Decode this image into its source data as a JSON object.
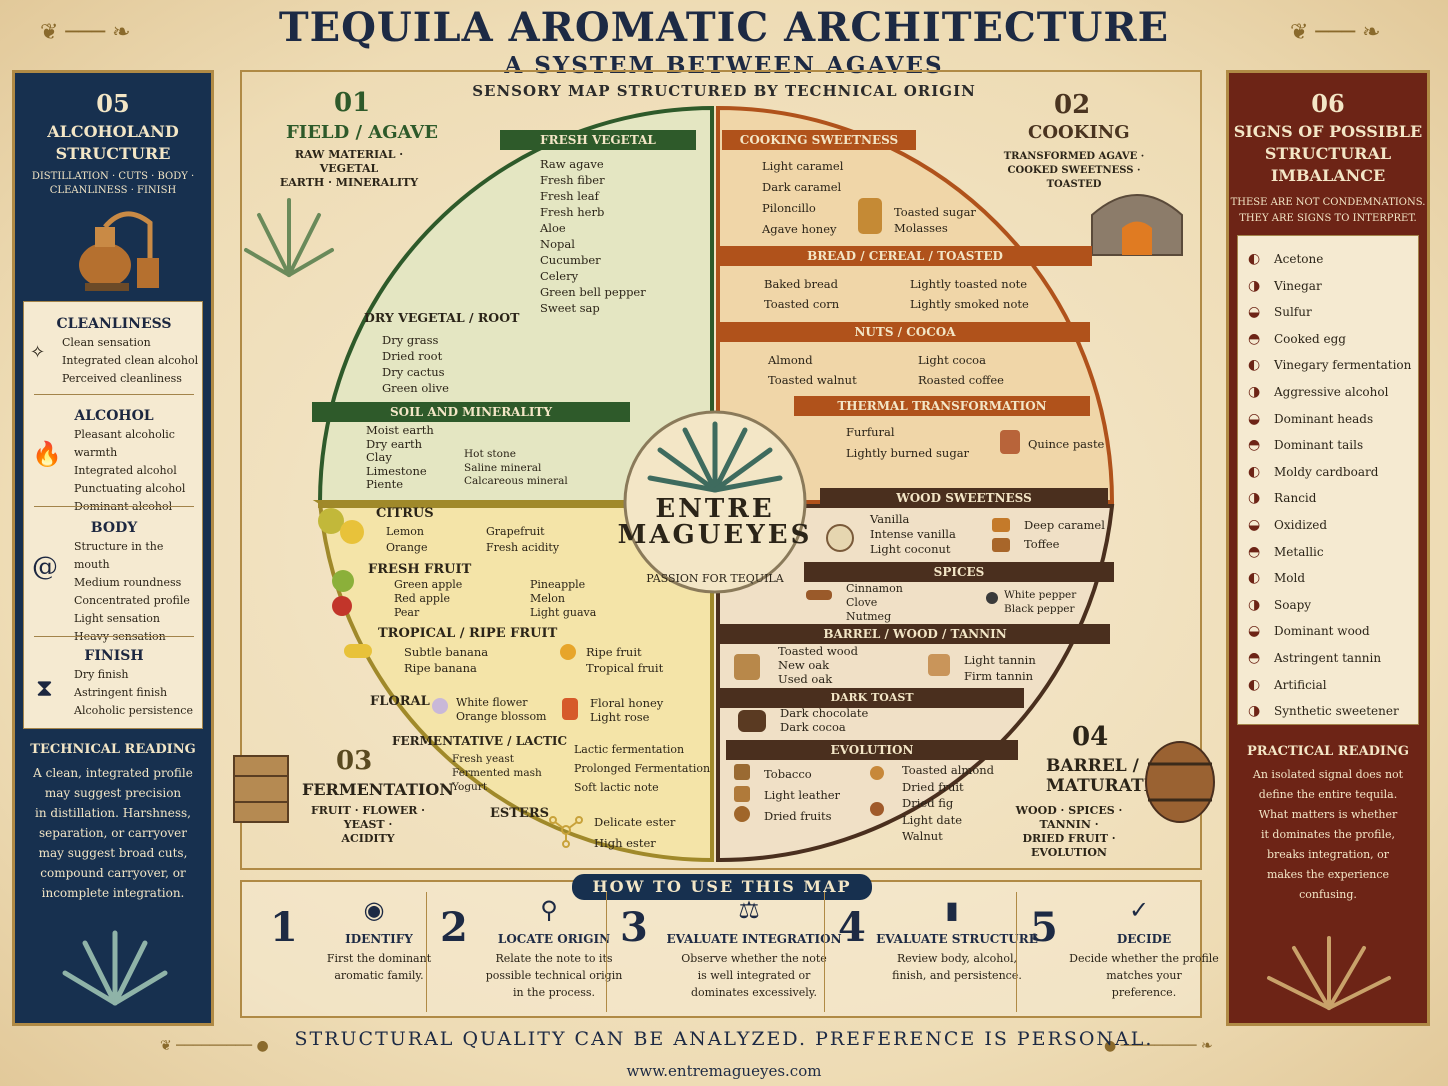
{
  "header": {
    "title": "TEQUILA AROMATIC ARCHITECTURE",
    "subtitle": "A SYSTEM BETWEEN AGAVES",
    "tagline": "SENSORY MAP STRUCTURED BY TECHNICAL ORIGIN"
  },
  "left_panel": {
    "number": "05",
    "heading_1": "ALCOHOLAND",
    "heading_2": "STRUCTURE",
    "sub_1": "DISTILLATION · CUTS · BODY ·",
    "sub_2": "CLEANLINESS · FINISH",
    "sections": [
      {
        "title": "CLEANLINESS",
        "items": [
          "Clean sensation",
          "Integrated clean alcohol",
          "Perceived cleanliness"
        ]
      },
      {
        "title": "ALCOHOL",
        "items": [
          "Pleasant alcoholic warmth",
          "Integrated alcohol",
          "Punctuating alcohol",
          "Dominant alcohol"
        ]
      },
      {
        "title": "BODY",
        "items": [
          "Structure in the mouth",
          "Medium roundness",
          "Concentrated profile",
          "Light sensation",
          "Heavy sensation"
        ]
      },
      {
        "title": "FINISH",
        "items": [
          "Dry finish",
          "Astringent finish",
          "Alcoholic persistence"
        ]
      }
    ],
    "reading_title": "TECHNICAL READING",
    "reading_text": [
      "A clean, integrated profile",
      "may suggest precision",
      "in distillation. Harshness,",
      "separation, or carryover",
      "may suggest broad cuts,",
      "compound carryover, or",
      "incomplete integration."
    ]
  },
  "right_panel": {
    "number": "06",
    "heading_1": "SIGNS OF POSSIBLE",
    "heading_2": "STRUCTURAL",
    "heading_3": "IMBALANCE",
    "sub_1": "THESE ARE NOT CONDEMNATIONS.",
    "sub_2": "THEY ARE SIGNS TO INTERPRET.",
    "items": [
      "Acetone",
      "Vinegar",
      "Sulfur",
      "Cooked egg",
      "Vinegary fermentation",
      "Aggressive alcohol",
      "Dominant heads",
      "Dominant tails",
      "Moldy cardboard",
      "Rancid",
      "Oxidized",
      "Metallic",
      "Mold",
      "Soapy",
      "Dominant wood",
      "Astringent tannin",
      "Artificial",
      "Synthetic sweetener"
    ],
    "reading_title": "PRACTICAL READING",
    "reading_text": [
      "An isolated signal does not",
      "define the entire tequila.",
      "What matters is whether",
      "it dominates the profile,",
      "breaks integration, or",
      "makes the experience",
      "confusing."
    ]
  },
  "zones": {
    "z1": {
      "num": "01",
      "head": "FIELD / AGAVE",
      "sub_1": "RAW MATERIAL · VEGETAL",
      "sub_2": "EARTH · MINERALITY"
    },
    "z2": {
      "num": "02",
      "head": "COOKING",
      "sub_1": "TRANSFORMED AGAVE ·",
      "sub_2": "COOKED SWEETNESS · TOASTED"
    },
    "z3": {
      "num": "03",
      "head": "FERMENTATION",
      "sub_1": "FRUIT · FLOWER · YEAST ·",
      "sub_2": "ACIDITY"
    },
    "z4": {
      "num": "04",
      "head_1": "BARREL /",
      "head_2": "MATURATION",
      "sub_1": "WOOD · SPICES · TANNIN ·",
      "sub_2": "DRIED FRUIT · EVOLUTION"
    }
  },
  "center": {
    "brand_1": "ENTRE",
    "brand_2": "MAGUEYES",
    "tag": "PASSION FOR TEQUILA"
  },
  "field": {
    "fresh_vegetal": {
      "title": "FRESH VEGETAL",
      "items": [
        "Raw agave",
        "Fresh fiber",
        "Fresh leaf",
        "Fresh herb",
        "Aloe",
        "Nopal",
        "Cucumber",
        "Celery",
        "Green bell pepper",
        "Sweet sap"
      ]
    },
    "dry_vegetal": {
      "title": "DRY VEGETAL / ROOT",
      "items": [
        "Dry grass",
        "Dried root",
        "Dry cactus",
        "Green olive"
      ]
    },
    "soil": {
      "title": "SOIL AND MINERALITY",
      "items_a": [
        "Moist earth",
        "Dry earth",
        "Clay",
        "Limestone",
        "Piente"
      ],
      "items_b": [
        "Hot stone",
        "Saline mineral",
        "Calcareous mineral"
      ]
    }
  },
  "cooking": {
    "sweetness": {
      "title": "COOKING SWEETNESS",
      "items_a": [
        "Light caramel",
        "Dark caramel",
        "Piloncillo",
        "Agave honey"
      ],
      "items_b": [
        "Toasted sugar",
        "Molasses"
      ]
    },
    "bread": {
      "title": "BREAD / CEREAL / TOASTED",
      "items_a": [
        "Baked bread",
        "Toasted corn"
      ],
      "items_b": [
        "Lightly toasted note",
        "Lightly smoked note"
      ]
    },
    "nuts": {
      "title": "NUTS / COCOA",
      "items_a": [
        "Almond",
        "Toasted walnut"
      ],
      "items_b": [
        "Light cocoa",
        "Roasted coffee"
      ]
    },
    "thermal": {
      "title": "THERMAL TRANSFORMATION",
      "items_a": [
        "Furfural",
        "Lightly burned sugar"
      ],
      "items_b": [
        "Quince paste"
      ]
    }
  },
  "fermentation": {
    "citrus": {
      "title": "CITRUS",
      "items_a": [
        "Lemon",
        "Orange"
      ],
      "items_b": [
        "Grapefruit",
        "Fresh acidity"
      ]
    },
    "fresh_fruit": {
      "title": "FRESH FRUIT",
      "items_a": [
        "Green apple",
        "Red apple",
        "Pear"
      ],
      "items_b": [
        "Pineapple",
        "Melon",
        "Light guava"
      ]
    },
    "tropical": {
      "title": "TROPICAL / RIPE FRUIT",
      "items_a": [
        "Subtle banana",
        "Ripe banana"
      ],
      "items_b": [
        "Ripe fruit",
        "Tropical fruit"
      ]
    },
    "floral": {
      "title": "FLORAL",
      "items_a": [
        "White flower",
        "Orange blossom"
      ],
      "items_b": [
        "Floral honey",
        "Light rose"
      ]
    },
    "lactic": {
      "title": "FERMENTATIVE / LACTIC",
      "items_a": [
        "Fresh yeast",
        "Fermented mash",
        "Yogurt"
      ],
      "items_b": [
        "Lactic fermentation",
        "Prolonged Fermentation",
        "Soft lactic note"
      ]
    },
    "esters": {
      "title": "ESTERS",
      "items": [
        "Delicate ester",
        "High ester"
      ]
    }
  },
  "barrel": {
    "wood_sweet": {
      "title": "WOOD SWEETNESS",
      "items_a": [
        "Vanilla",
        "Intense vanilla",
        "Light coconut"
      ],
      "items_b": [
        "Deep caramel",
        "Toffee"
      ]
    },
    "spices": {
      "title": "SPICES",
      "items_a": [
        "Cinnamon",
        "Clove",
        "Nutmeg"
      ],
      "items_b": [
        "White pepper",
        "Black pepper"
      ]
    },
    "tannin": {
      "title": "BARREL / WOOD / TANNIN",
      "items_a": [
        "Toasted wood",
        "New oak",
        "Used oak"
      ],
      "items_b": [
        "Light tannin",
        "Firm tannin"
      ]
    },
    "dark": {
      "title": "DARK TOAST",
      "items": [
        "Dark chocolate",
        "Dark cocoa"
      ]
    },
    "evolution": {
      "title": "EVOLUTION",
      "items_a": [
        "Tobacco",
        "Light leather",
        "Dried fruits"
      ],
      "items_b": [
        "Toasted almond",
        "Dried fruit",
        "Dried fig",
        "Light date",
        "Walnut"
      ]
    }
  },
  "how_to": {
    "title": "HOW TO USE THIS MAP",
    "steps": [
      {
        "num": "1",
        "title": "IDENTIFY",
        "text_1": "First the dominant",
        "text_2": "aromatic family.",
        "text_3": "",
        "icon": "eye-icon"
      },
      {
        "num": "2",
        "title": "LOCATE ORIGIN",
        "text_1": "Relate the note to its",
        "text_2": "possible technical origin",
        "text_3": "in the process.",
        "icon": "magnifier-icon"
      },
      {
        "num": "3",
        "title": "EVALUATE INTEGRATION",
        "text_1": "Observe whether the note",
        "text_2": "is well integrated or",
        "text_3": "dominates excessively.",
        "icon": "scale-icon"
      },
      {
        "num": "4",
        "title": "EVALUATE STRUCTURE",
        "text_1": "Review body, alcohol,",
        "text_2": "finish, and persistence.",
        "text_3": "",
        "icon": "waveform-icon"
      },
      {
        "num": "5",
        "title": "DECIDE",
        "text_1": "Decide whether the profile",
        "text_2": "matches your",
        "text_3": "preference.",
        "icon": "check-icon"
      }
    ]
  },
  "footer": {
    "statement": "STRUCTURAL QUALITY CAN BE ANALYZED. PREFERENCE IS PERSONAL.",
    "url": "www.entremagueyes.com"
  },
  "colors": {
    "navy": "#17304f",
    "maroon": "#6d2416",
    "green": "#2e5a2a",
    "orange": "#b0521b",
    "gold": "#b08a45",
    "parchment": "#f1e3c3"
  }
}
